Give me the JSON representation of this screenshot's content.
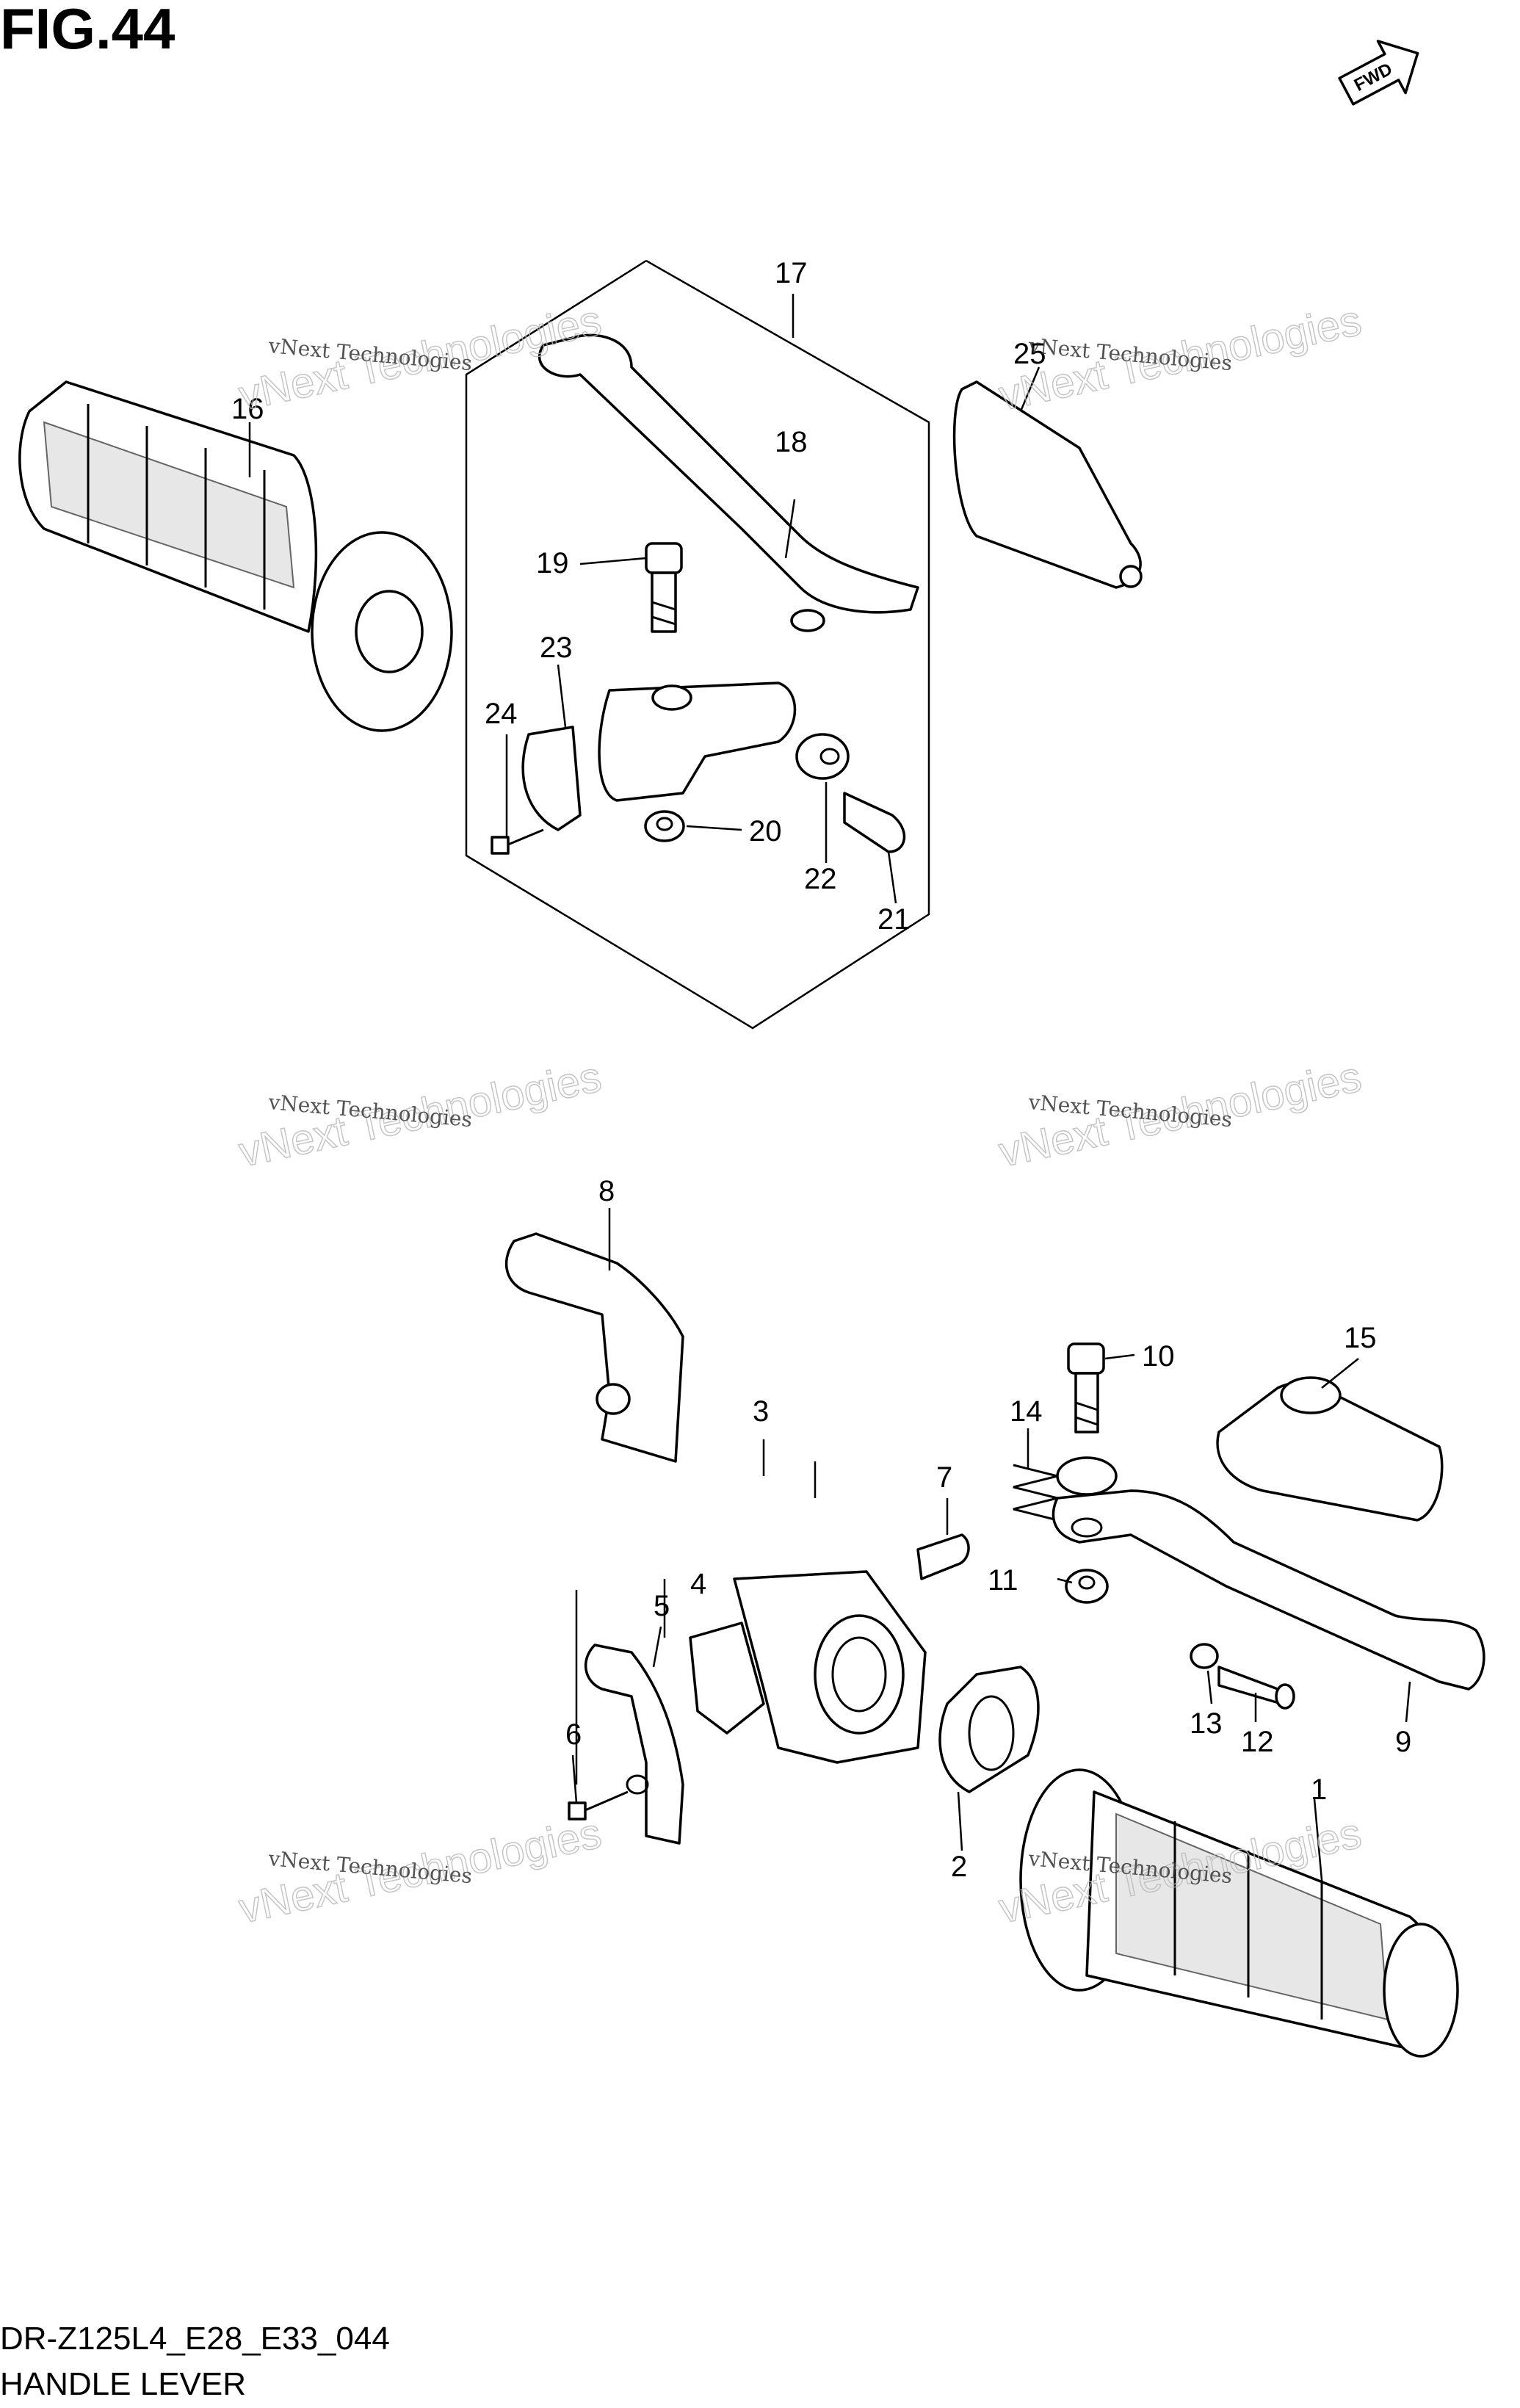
{
  "figure": {
    "title": "FIG.44",
    "code": "DR-Z125L4_E28_E33_044",
    "name": "HANDLE LEVER",
    "fwd_label": "FWD"
  },
  "watermark": {
    "line1": "vNext Technologies",
    "line2": "vNext Technologies"
  },
  "callouts": [
    "1",
    "2",
    "3",
    "4",
    "5",
    "6",
    "7",
    "8",
    "9",
    "10",
    "11",
    "12",
    "13",
    "14",
    "15",
    "16",
    "17",
    "18",
    "19",
    "20",
    "21",
    "22",
    "23",
    "24",
    "25"
  ]
}
